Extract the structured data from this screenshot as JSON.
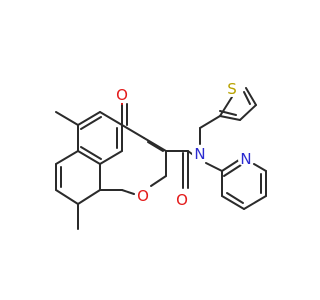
{
  "colors": {
    "carbon_bond": "#2b2b2b",
    "oxygen": "#e31a1a",
    "nitrogen": "#2b2bd0",
    "sulfur": "#b8a200",
    "background": "#ffffff"
  },
  "atoms": {
    "o_carbonyl_top": "O",
    "o_ring": "O",
    "o_amide": "O",
    "n_amide": "N",
    "n_pyridine": "N",
    "s_thiophene": "S"
  }
}
